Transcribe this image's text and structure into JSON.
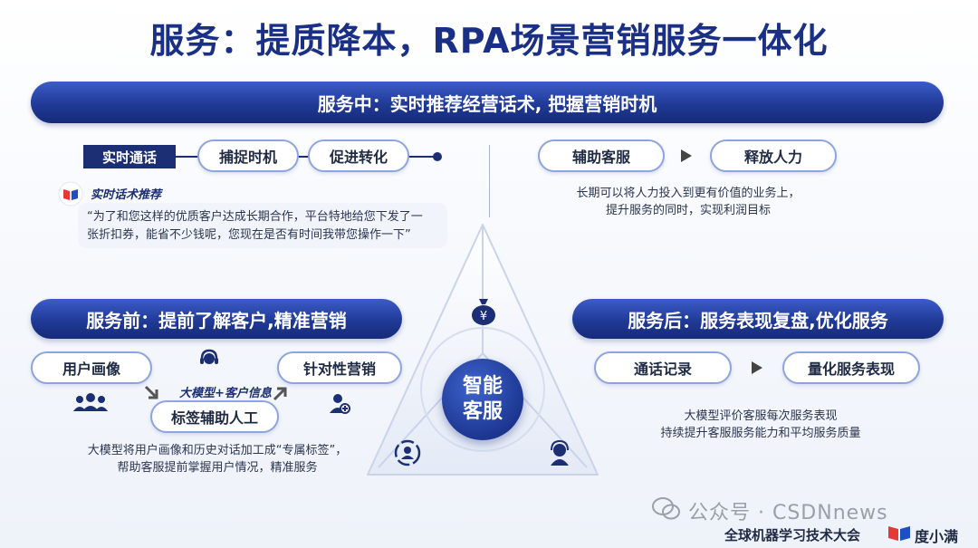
{
  "title": "服务：提质降本，RPA场景营销服务一体化",
  "during": {
    "banner": "服务中：实时推荐经营话术, 把握营销时机",
    "tag": "实时通话",
    "pill1": "捕捉时机",
    "pill2": "促进转化",
    "rec_label": "实时话术推荐",
    "quote_line1": "“为了和您这样的优质客户达成长期合作，平台特地给您下发了一",
    "quote_line2": "张折扣券，能省不少钱呢，您现在是否有时间我带您操作一下”",
    "pill3": "辅助客服",
    "pill4": "释放人力",
    "desc_line1": "长期可以将人力投入到更有价值的业务上，",
    "desc_line2": "提升服务的同时，实现利润目标"
  },
  "before": {
    "banner": "服务前：提前了解客户,精准营销",
    "pill1": "用户画像",
    "pill2": "针对性营销",
    "pill3": "标签辅助人工",
    "label": "大模型+客户信息",
    "desc_line1": "大模型将用户画像和历史对话加工成“专属标签”，",
    "desc_line2": "帮助客服提前掌握用户情况，精准服务"
  },
  "after": {
    "banner": "服务后：服务表现复盘,优化服务",
    "pill1": "通话记录",
    "pill2": "量化服务表现",
    "desc_line1": "大模型评价客服每次服务表现",
    "desc_line2": "持续提升客服服务能力和平均服务质量"
  },
  "center": {
    "line1": "智能",
    "line2": "客服"
  },
  "watermark": "公众号 · CSDNnews",
  "footer": {
    "event": "全球机器学习技术大会",
    "brand": "度小满"
  },
  "colors": {
    "primary": "#1a2f86",
    "accent": "#3b5cc9"
  }
}
